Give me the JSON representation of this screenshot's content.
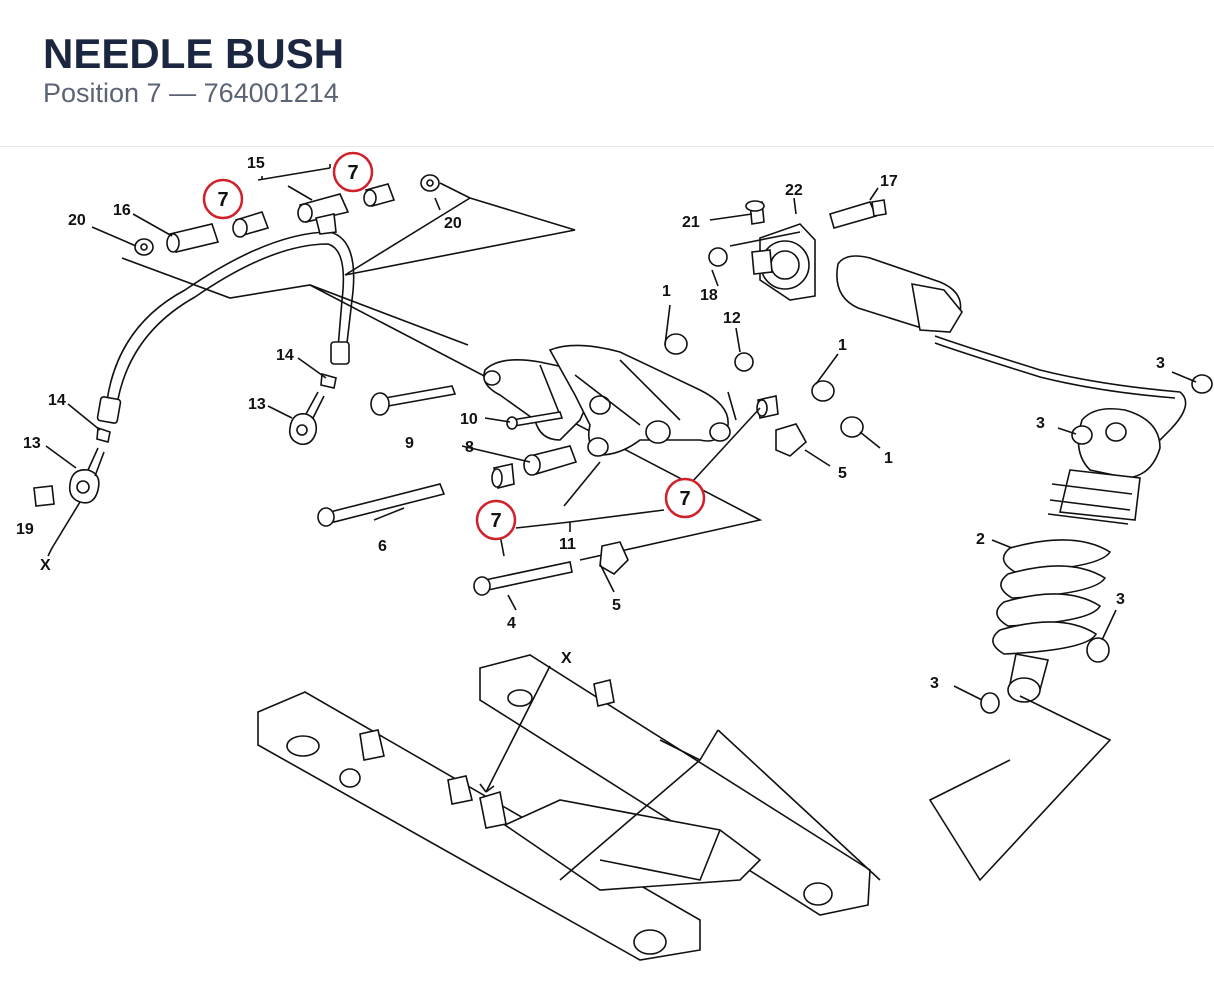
{
  "header": {
    "title": "NEEDLE BUSH",
    "position_label": "Position 7",
    "separator": "—",
    "part_number": "764001214"
  },
  "highlight": {
    "number": "7",
    "color": "#d0202a"
  },
  "labels": {
    "l15": "15",
    "l16": "16",
    "l20a": "20",
    "l20b": "20",
    "l21": "21",
    "l22": "22",
    "l17": "17",
    "l18": "18",
    "l1a": "1",
    "l12": "12",
    "l1b": "1",
    "l1c": "1",
    "l14a": "14",
    "l13a": "13",
    "l14b": "14",
    "l13b": "13",
    "l19": "19",
    "lXa": "X",
    "l9": "9",
    "l10": "10",
    "l8": "8",
    "l6": "6",
    "l11": "11",
    "l5a": "5",
    "l5b": "5",
    "l4": "4",
    "l3a": "3",
    "l3b": "3",
    "l2": "2",
    "l3c": "3",
    "l3d": "3",
    "lXb": "X"
  }
}
